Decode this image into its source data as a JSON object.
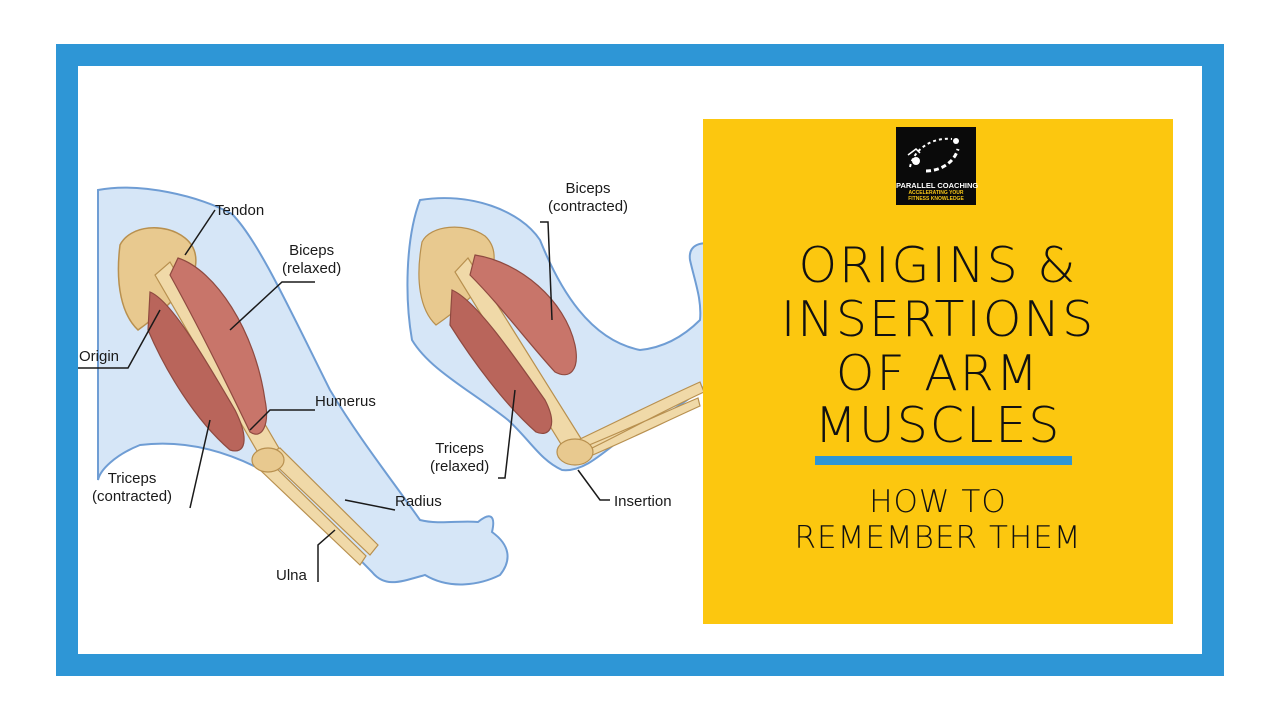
{
  "labels": {
    "tendon": "Tendon",
    "biceps_relaxed_1": "Biceps",
    "biceps_relaxed_2": "(relaxed)",
    "origin": "Origin",
    "humerus": "Humerus",
    "triceps_contracted_1": "Triceps",
    "triceps_contracted_2": "(contracted)",
    "radius": "Radius",
    "ulna": "Ulna",
    "biceps_contracted_1": "Biceps",
    "biceps_contracted_2": "(contracted)",
    "triceps_relaxed_1": "Triceps",
    "triceps_relaxed_2": "(relaxed)",
    "insertion": "Insertion"
  },
  "logo": {
    "name": "PARALLEL COACHING",
    "tagline_1": "ACCELERATING YOUR",
    "tagline_2": "FITNESS KNOWLEDGE"
  },
  "title": {
    "line1": "ORIGINS &",
    "line2": "INSERTIONS",
    "line3": "OF ARM",
    "line4": "MUSCLES"
  },
  "subtitle": {
    "line1": "HOW TO",
    "line2": "REMEMBER THEM"
  },
  "colors": {
    "frame": "#2e96d6",
    "card": "#fcc70f",
    "skin": "#d6e6f7",
    "skin_outline": "#6f9dd4",
    "muscle": "#c8756a",
    "bone": "#e8c98f"
  }
}
